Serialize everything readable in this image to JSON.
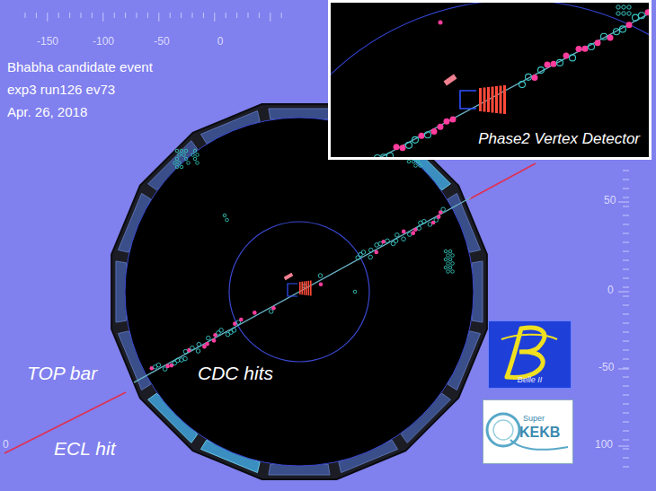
{
  "diagram": {
    "nodes": [
      {
        "text": [
          "Phase2 Vertex Detector"
        ]
      },
      {
        "text": [
          "Belle II"
        ]
      },
      {
        "text": [
          "Super",
          "KEKB"
        ]
      }
    ],
    "labels": [
      "Bhabha candidate event",
      "exp3 run126 ev73",
      "Apr. 26, 2018",
      "-150",
      "-100",
      "-50",
      "0",
      "50",
      "0",
      "-50",
      "100",
      "0",
      "TOP bar",
      "CDC hits",
      "ECL hit"
    ]
  }
}
